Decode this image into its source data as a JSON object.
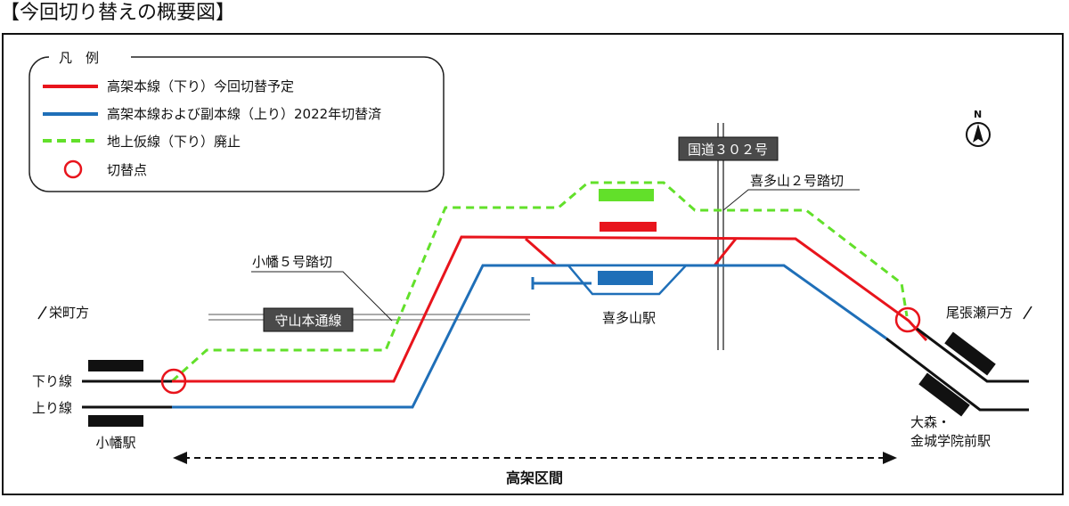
{
  "title": "【今回切り替えの概要図】",
  "legend": {
    "title": "凡　例",
    "items": [
      {
        "label": "高架本線（下り）今回切替予定",
        "color": "#e8141c",
        "style": "solid"
      },
      {
        "label": "高架本線および副本線（上り）2022年切替済",
        "color": "#1f6fb8",
        "style": "solid"
      },
      {
        "label": "地上仮線（下り）廃止",
        "color": "#62e02a",
        "style": "dashed"
      },
      {
        "label": "切替点",
        "color": "#e8141c",
        "style": "circle"
      }
    ]
  },
  "compass": "N",
  "labels": {
    "national_road": "国道３０２号",
    "crossing_kitayama2": "喜多山２号踏切",
    "crossing_obata5": "小幡５号踏切",
    "moriyama_street": "守山本通線",
    "sakaemachi": "栄町方",
    "owariseto": "尾張瀬戸方",
    "kitayama_station": "喜多山駅",
    "down_line": "下り線",
    "up_line": "上り線",
    "obata_station": "小幡駅",
    "omori_station_line1": "大森・",
    "omori_station_line2": "金城学院前駅",
    "elevated_section": "高架区間"
  },
  "colors": {
    "red": "#e8141c",
    "blue": "#1f6fb8",
    "green": "#62e02a",
    "road_box": "#4a4a4a"
  }
}
